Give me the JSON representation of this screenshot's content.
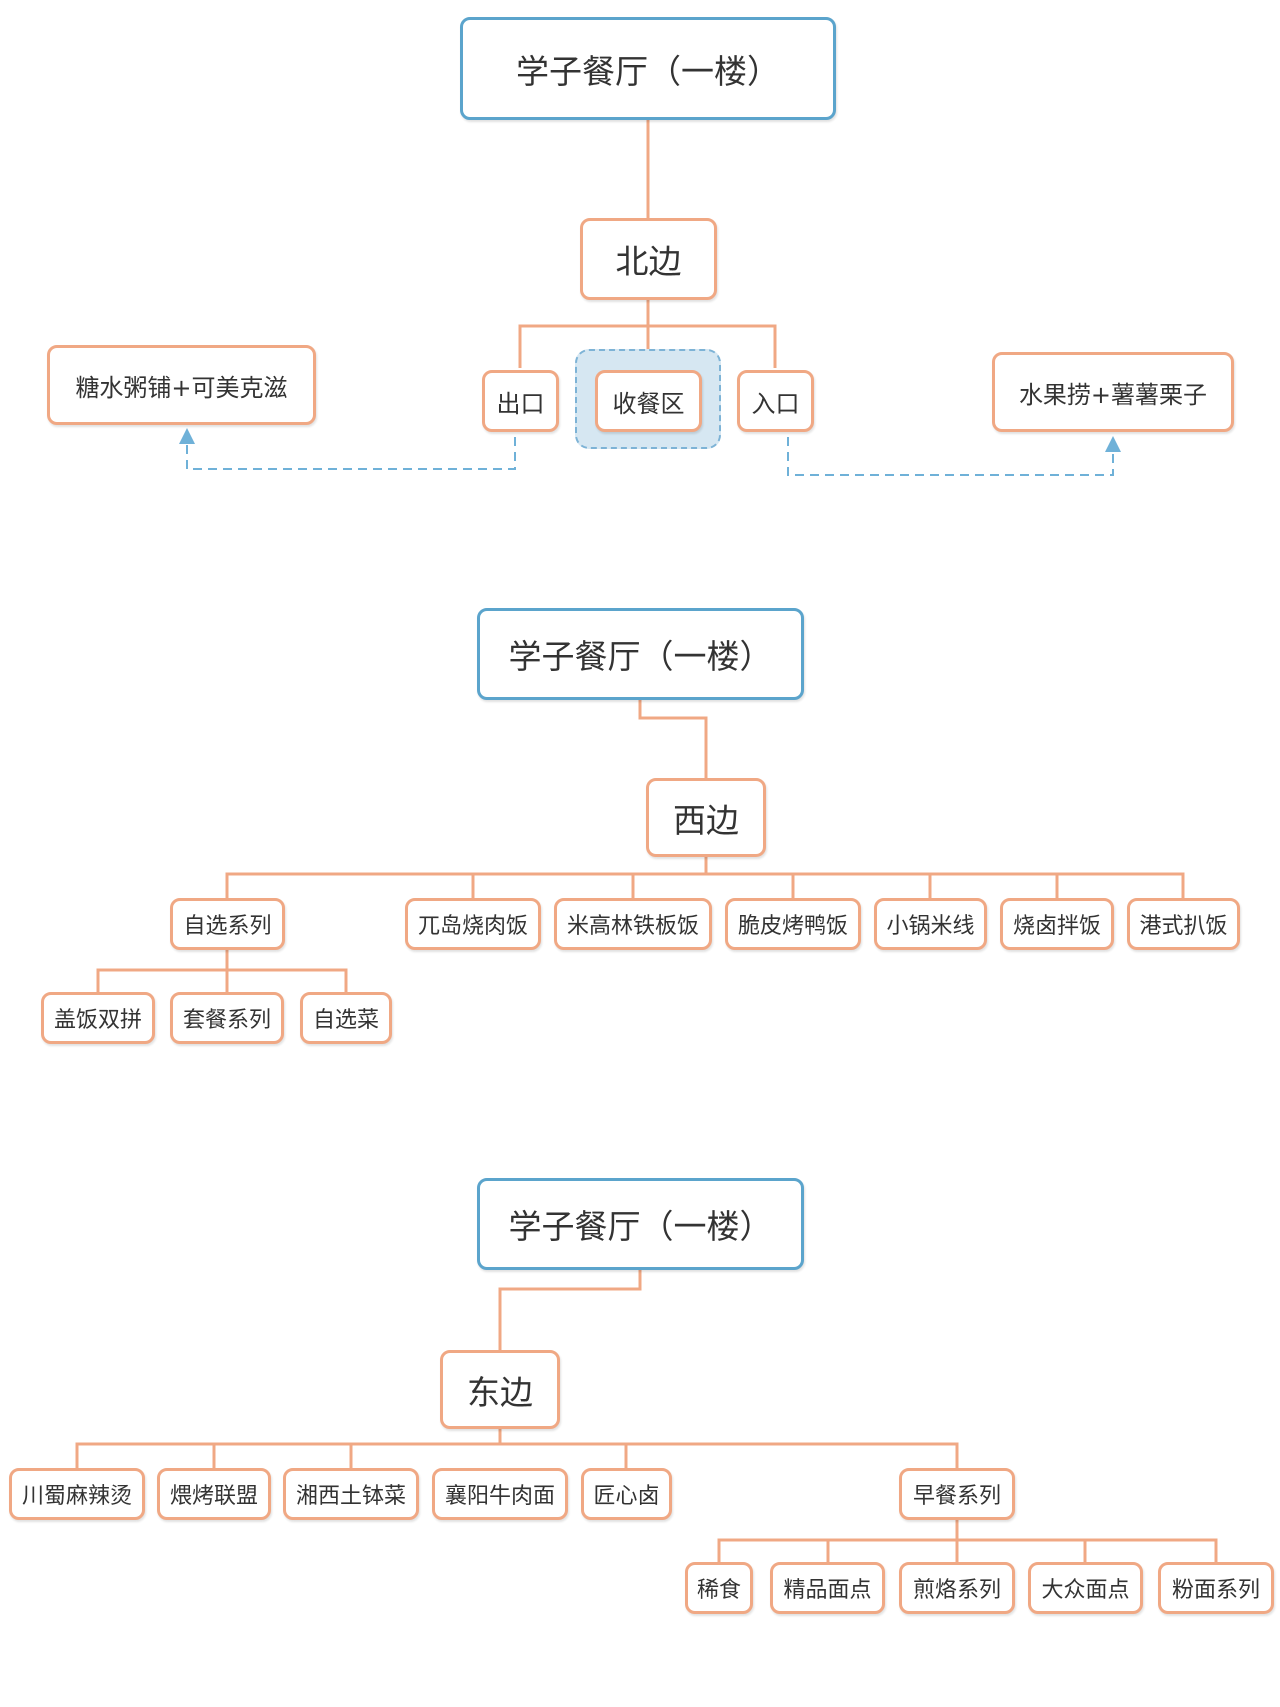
{
  "colors": {
    "root_border": "#5ba4cc",
    "node_border": "#f0a884",
    "connector": "#f0a884",
    "dashed_arrow": "#6fb1d8",
    "group_fill": "#d6e7f2"
  },
  "north": {
    "root": "学子餐厅（一楼）",
    "branch": "北边",
    "exit": "出口",
    "tray_return": "收餐区",
    "entrance": "入口",
    "left_shop": "糖水粥铺+可美克滋",
    "right_shop": "水果捞+薯薯栗子"
  },
  "west": {
    "root": "学子餐厅（一楼）",
    "branch": "西边",
    "self_select": "自选系列",
    "self_select_children": [
      "盖饭双拼",
      "套餐系列",
      "自选菜"
    ],
    "items": [
      "兀岛烧肉饭",
      "米高林铁板饭",
      "脆皮烤鸭饭",
      "小锅米线",
      "烧卤拌饭",
      "港式扒饭"
    ]
  },
  "east": {
    "root": "学子餐厅（一楼）",
    "branch": "东边",
    "items": [
      "川蜀麻辣烫",
      "煨烤联盟",
      "湘西土钵菜",
      "襄阳牛肉面",
      "匠心卤"
    ],
    "breakfast": "早餐系列",
    "breakfast_children": [
      "稀食",
      "精品面点",
      "煎烙系列",
      "大众面点",
      "粉面系列"
    ]
  }
}
